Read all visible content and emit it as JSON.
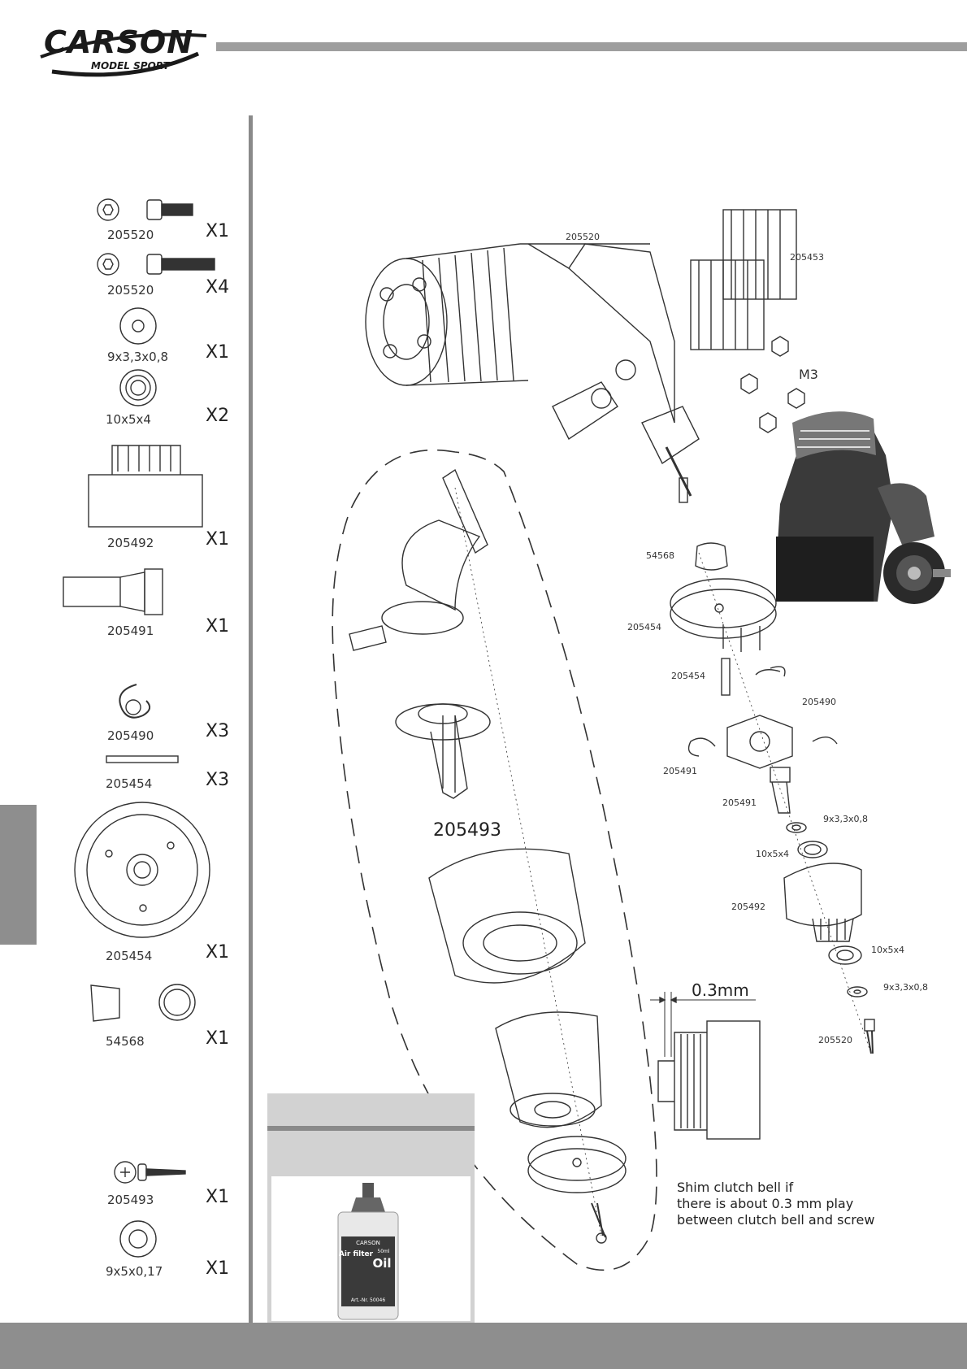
{
  "brand": {
    "name": "CARSON",
    "sub": "MODEL SPORT"
  },
  "parts_list": [
    {
      "part": "205520",
      "qty": "X1"
    },
    {
      "part": "205520",
      "qty": "X4"
    },
    {
      "part": "9x3,3x0,8",
      "qty": "X1"
    },
    {
      "part": "10x5x4",
      "qty": "X2"
    },
    {
      "part": "205492",
      "qty": "X1"
    },
    {
      "part": "205491",
      "qty": "X1"
    },
    {
      "part": "205490",
      "qty": "X3"
    },
    {
      "part": "205454",
      "qty": "X3"
    },
    {
      "part": "205454",
      "qty": "X1"
    },
    {
      "part": "54568",
      "qty": "X1"
    },
    {
      "part": "205493",
      "qty": "X1"
    },
    {
      "part": "9x5x0,17",
      "qty": "X1"
    }
  ],
  "diagram_labels": {
    "engine_screws": "205520",
    "heat_sink": "205453",
    "nut_size": "M3",
    "pad": "54568",
    "flywheel": "205454",
    "pin": "205454",
    "spring": "205490",
    "spring_left": "205491",
    "shaft": "205491",
    "shim_top": "9x3,3x0,8",
    "bearing_top": "10x5x4",
    "clutch_bell": "205492",
    "bearing_bottom": "10x5x4",
    "shim_bottom": "9x3,3x0,8",
    "screw_bottom": "205520",
    "air_filter": "205493",
    "gap": "0.3mm"
  },
  "note": {
    "line1": "Shim clutch bell if",
    "line2": "there is about 0.3 mm play",
    "line3": "between clutch bell and screw"
  },
  "oil_bottle": {
    "brand": "CARSON",
    "line1": "Air filter",
    "line2": "Oil",
    "volume": "50ml",
    "art_no": "Art.-Nr. 50046"
  }
}
